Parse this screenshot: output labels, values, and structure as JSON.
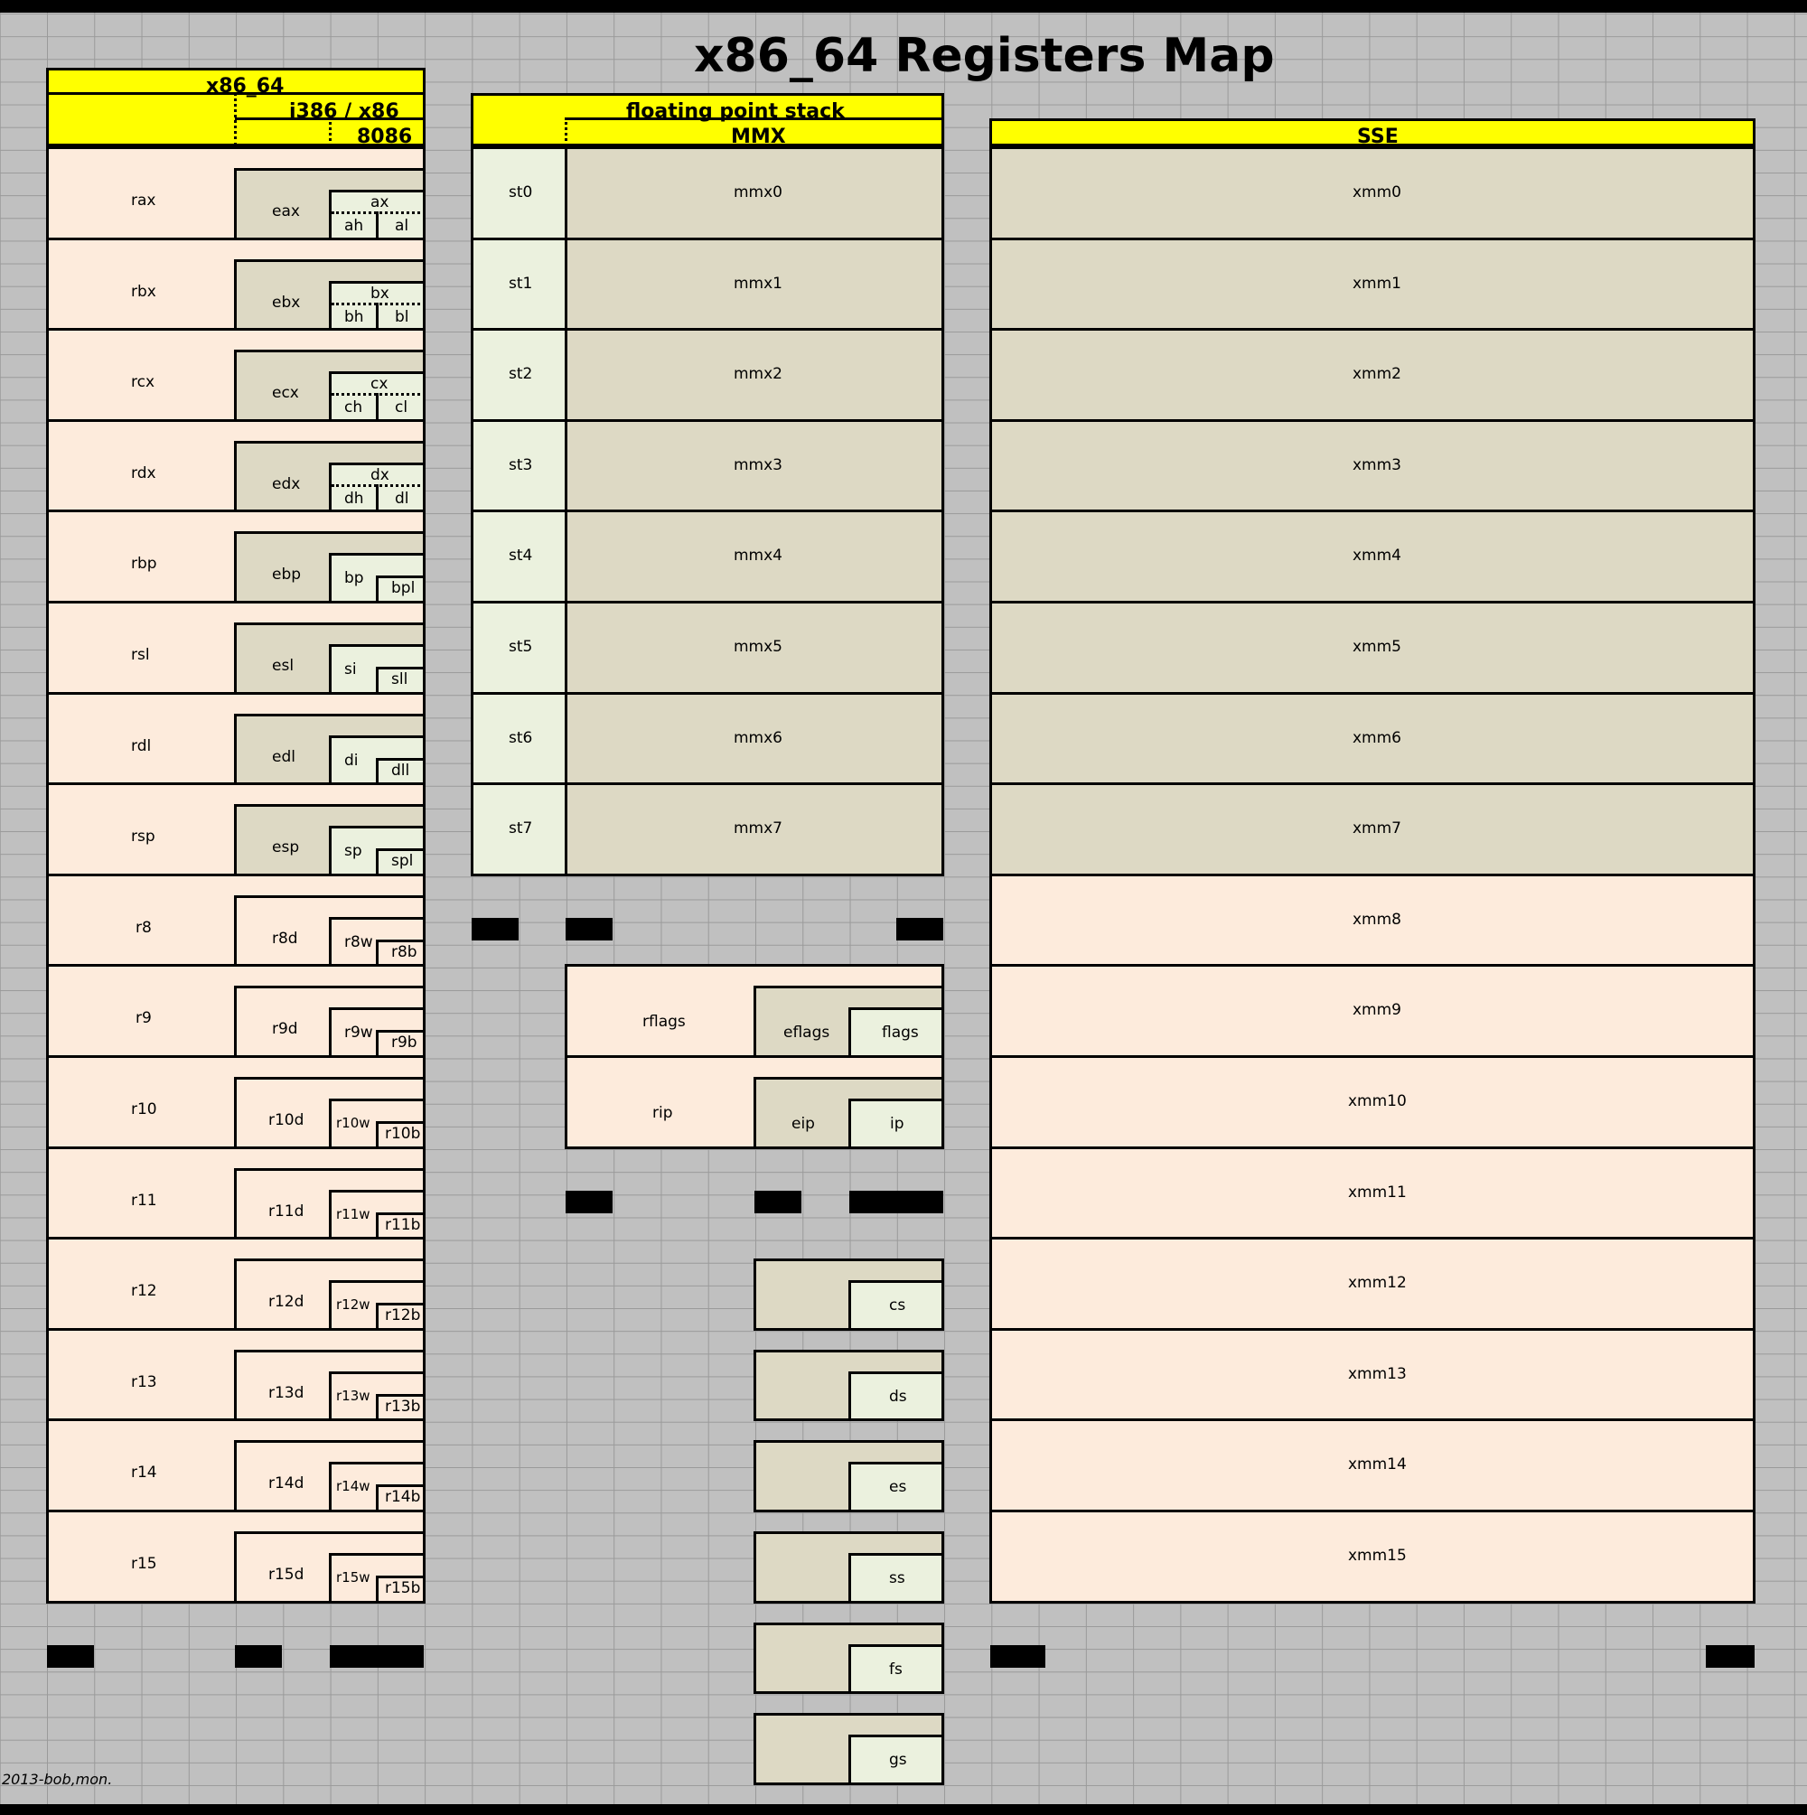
{
  "title": "x86_64 Registers Map",
  "headers": {
    "x86_64": "x86_64",
    "i386": "i386 / x86",
    "i8086": "8086",
    "fpu": "floating point stack",
    "mmx": "MMX",
    "sse": "SSE"
  },
  "general_registers": [
    {
      "r64": "rax",
      "r32": "eax",
      "r16": "ax",
      "hi": "ah",
      "lo": "al"
    },
    {
      "r64": "rbx",
      "r32": "ebx",
      "r16": "bx",
      "hi": "bh",
      "lo": "bl"
    },
    {
      "r64": "rcx",
      "r32": "ecx",
      "r16": "cx",
      "hi": "ch",
      "lo": "cl"
    },
    {
      "r64": "rdx",
      "r32": "edx",
      "r16": "dx",
      "hi": "dh",
      "lo": "dl"
    },
    {
      "r64": "rbp",
      "r32": "ebp",
      "r16": "bp",
      "lo": "bpl"
    },
    {
      "r64": "rsl",
      "r32": "esl",
      "r16": "si",
      "lo": "sll"
    },
    {
      "r64": "rdl",
      "r32": "edl",
      "r16": "di",
      "lo": "dll"
    },
    {
      "r64": "rsp",
      "r32": "esp",
      "r16": "sp",
      "lo": "spl"
    },
    {
      "r64": "r8",
      "r32": "r8d",
      "r16": "r8w",
      "lo": "r8b"
    },
    {
      "r64": "r9",
      "r32": "r9d",
      "r16": "r9w",
      "lo": "r9b"
    },
    {
      "r64": "r10",
      "r32": "r10d",
      "r16": "r10w",
      "lo": "r10b"
    },
    {
      "r64": "r11",
      "r32": "r11d",
      "r16": "r11w",
      "lo": "r11b"
    },
    {
      "r64": "r12",
      "r32": "r12d",
      "r16": "r12w",
      "lo": "r12b"
    },
    {
      "r64": "r13",
      "r32": "r13d",
      "r16": "r13w",
      "lo": "r13b"
    },
    {
      "r64": "r14",
      "r32": "r14d",
      "r16": "r14w",
      "lo": "r14b"
    },
    {
      "r64": "r15",
      "r32": "r15d",
      "r16": "r15w",
      "lo": "r15b"
    }
  ],
  "fpu_registers": [
    {
      "st": "st0",
      "mmx": "mmx0"
    },
    {
      "st": "st1",
      "mmx": "mmx1"
    },
    {
      "st": "st2",
      "mmx": "mmx2"
    },
    {
      "st": "st3",
      "mmx": "mmx3"
    },
    {
      "st": "st4",
      "mmx": "mmx4"
    },
    {
      "st": "st5",
      "mmx": "mmx5"
    },
    {
      "st": "st6",
      "mmx": "mmx6"
    },
    {
      "st": "st7",
      "mmx": "mmx7"
    }
  ],
  "special_registers": [
    {
      "r64": "rflags",
      "r32": "eflags",
      "r16": "flags"
    },
    {
      "r64": "rip",
      "r32": "eip",
      "r16": "ip"
    }
  ],
  "segment_registers": [
    "cs",
    "ds",
    "es",
    "ss",
    "fs",
    "gs"
  ],
  "sse_registers": [
    "xmm0",
    "xmm1",
    "xmm2",
    "xmm3",
    "xmm4",
    "xmm5",
    "xmm6",
    "xmm7",
    "xmm8",
    "xmm9",
    "xmm10",
    "xmm11",
    "xmm12",
    "xmm13",
    "xmm14",
    "xmm15"
  ],
  "credit": "2013-bob,mon."
}
